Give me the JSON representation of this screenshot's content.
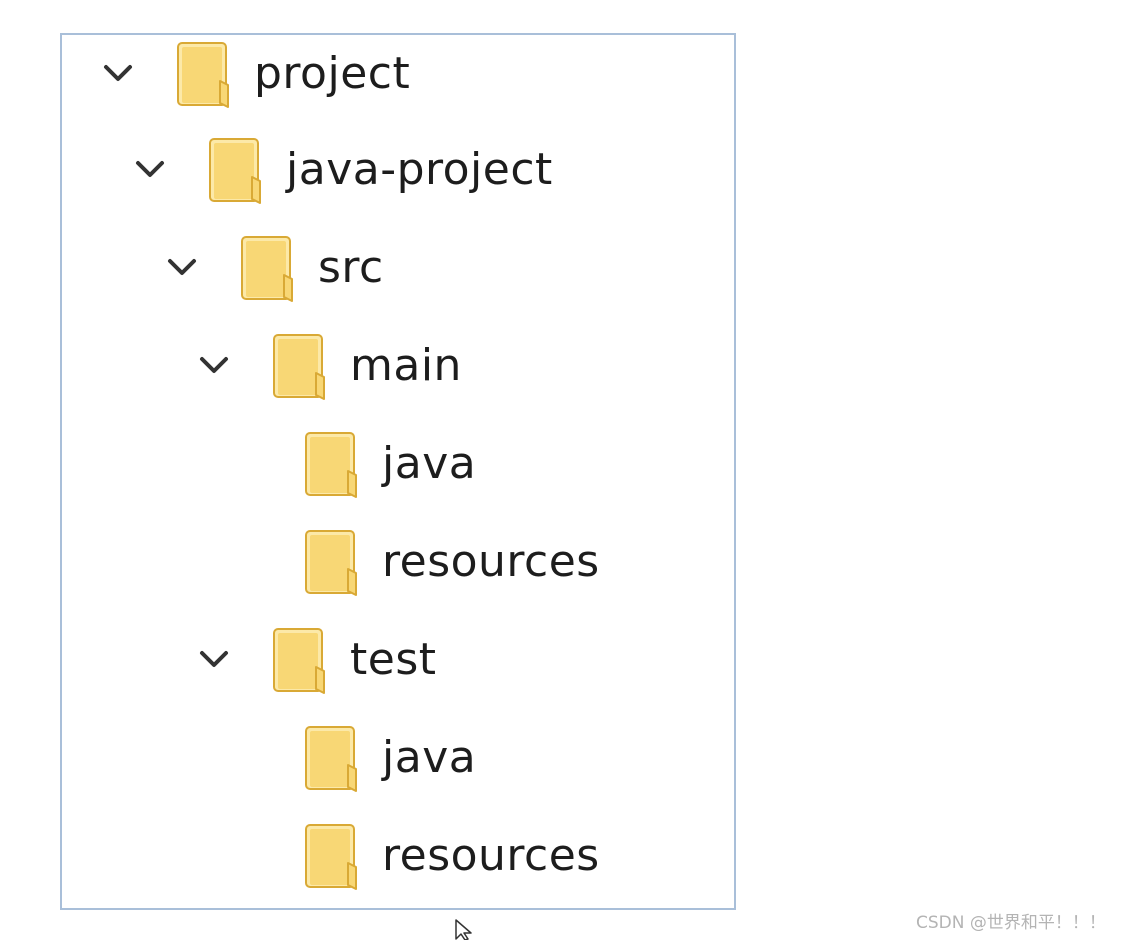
{
  "tree": {
    "nodes": [
      {
        "id": "project",
        "label": "project",
        "depth": 0,
        "expanded": true,
        "has_children": true,
        "icon": "folder-icon"
      },
      {
        "id": "java-project",
        "label": "java-project",
        "depth": 1,
        "expanded": true,
        "has_children": true,
        "icon": "folder-icon"
      },
      {
        "id": "src",
        "label": "src",
        "depth": 2,
        "expanded": true,
        "has_children": true,
        "icon": "folder-icon"
      },
      {
        "id": "main",
        "label": "main",
        "depth": 3,
        "expanded": true,
        "has_children": true,
        "icon": "folder-icon"
      },
      {
        "id": "main-java",
        "label": "java",
        "depth": 4,
        "expanded": false,
        "has_children": false,
        "icon": "folder-icon"
      },
      {
        "id": "main-resources",
        "label": "resources",
        "depth": 4,
        "expanded": false,
        "has_children": false,
        "icon": "folder-icon"
      },
      {
        "id": "test",
        "label": "test",
        "depth": 3,
        "expanded": true,
        "has_children": true,
        "icon": "folder-icon"
      },
      {
        "id": "test-java",
        "label": "java",
        "depth": 4,
        "expanded": false,
        "has_children": false,
        "icon": "folder-icon"
      },
      {
        "id": "test-resources",
        "label": "resources",
        "depth": 4,
        "expanded": false,
        "has_children": false,
        "icon": "folder-icon"
      }
    ]
  },
  "watermark": {
    "text": "CSDN @世界和平！！！"
  },
  "colors": {
    "folder_fill": "#f8d775",
    "folder_light": "#fce9a8",
    "folder_edge": "#d9a935",
    "panel_border": "#a9bfd9",
    "text": "#1d1d1d",
    "chevron": "#333333"
  }
}
